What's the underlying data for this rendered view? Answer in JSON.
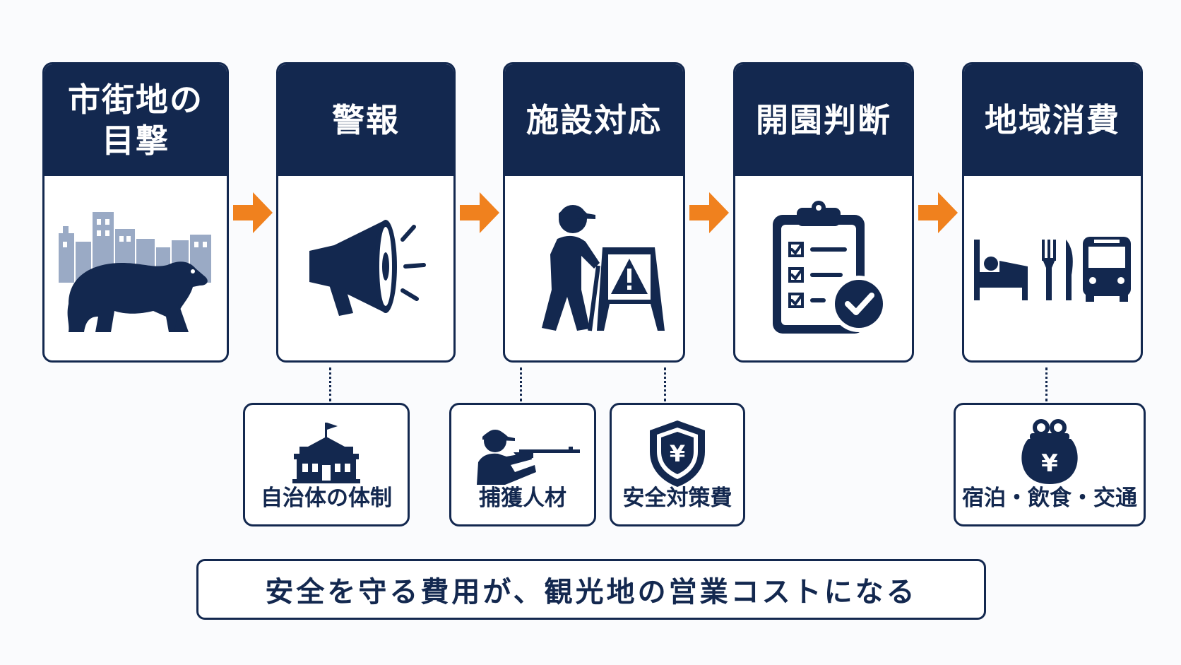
{
  "colors": {
    "navy": "#13284f",
    "accent_arrow": "#f0811e",
    "building_gray": "#9aaac5"
  },
  "steps": [
    {
      "title_line1": "市街地の",
      "title_line2": "目撃",
      "icon": "bear-city-icon"
    },
    {
      "title": "警報",
      "icon": "megaphone-icon"
    },
    {
      "title": "施設対応",
      "icon": "worker-warning-sign-icon"
    },
    {
      "title": "開園判断",
      "icon": "clipboard-check-icon"
    },
    {
      "title": "地域消費",
      "icon": "bed-dining-bus-icon"
    }
  ],
  "cost_items": [
    {
      "label": "自治体の体制",
      "icon": "municipal-building-icon"
    },
    {
      "label": "捕獲人材",
      "icon": "hunter-icon"
    },
    {
      "label": "安全対策費",
      "icon": "yen-shield-icon"
    },
    {
      "label": "宿泊・飲食・交通",
      "icon": "yen-purse-icon"
    }
  ],
  "banner": {
    "text": "安全を守る費用が、観光地の営業コストになる"
  }
}
